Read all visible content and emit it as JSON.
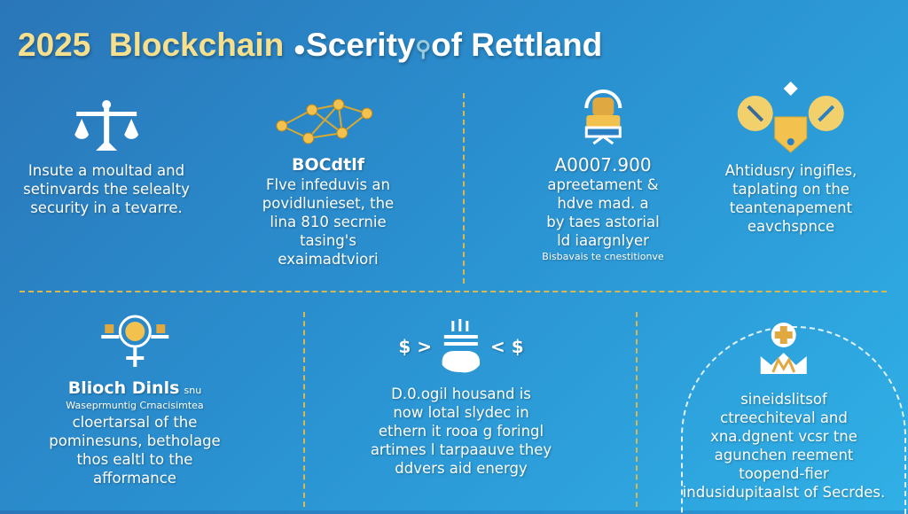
{
  "title": {
    "part1": "2025",
    "part2": "Blockchain",
    "part3": "Scerity",
    "part4": "of Rettland"
  },
  "colors": {
    "accent_yellow": "#f6e08e",
    "icon_gold": "#f2c14e",
    "divider": "#d9b850"
  },
  "blocks": [
    {
      "icon": "scales-icon",
      "lines": [
        "Insute a moultad and",
        "setinvards the selealty",
        "security in a tevarre."
      ]
    },
    {
      "icon": "network-nodes-icon",
      "heading": "BOCdtlf",
      "lines": [
        "Flve infeduvis an",
        "povidlunieset, the",
        "lina 810 secrnie",
        "tasing's",
        "exaimadtviori"
      ]
    },
    {
      "icon": "user-monitor-icon",
      "heading": "A0007.900",
      "lines": [
        "apreetament &",
        "hdve mad. a",
        "by taes astorial",
        "ld iaargnlyer"
      ],
      "footnote": "Bisbavais te cnestitionve"
    },
    {
      "icon": "tools-shield-icon",
      "lines": [
        "Ahtidusry ingifles,",
        "taplating on the",
        "teantenapement",
        "eavchspnce"
      ]
    },
    {
      "icon": "lightbulb-scales-icon",
      "heading": "Blioch Dinls",
      "heading_suffix": "snu",
      "lines": [
        "Waseprmuntig Crnacisimtea",
        "cloertarsal of the",
        "pominesuns, betholage",
        "thos ealtl to the",
        "afformance"
      ]
    },
    {
      "icon": "money-hand-icon",
      "icon_left": "$ >",
      "icon_right": "< $",
      "lines": [
        "D.0.ogil housand is",
        "now lotal slydec in",
        "ethern it rooa g foringl",
        "artimes l tarpaauve they",
        "ddvers aid energy"
      ]
    },
    {
      "icon": "crown-person-icon",
      "lines": [
        "sineidslitsof",
        "ctreechiteval and",
        "xna.dgnent vcsr tne",
        "agunchen reement",
        "toopend-fier",
        "indusidupitaalst of Secrdes."
      ]
    }
  ]
}
